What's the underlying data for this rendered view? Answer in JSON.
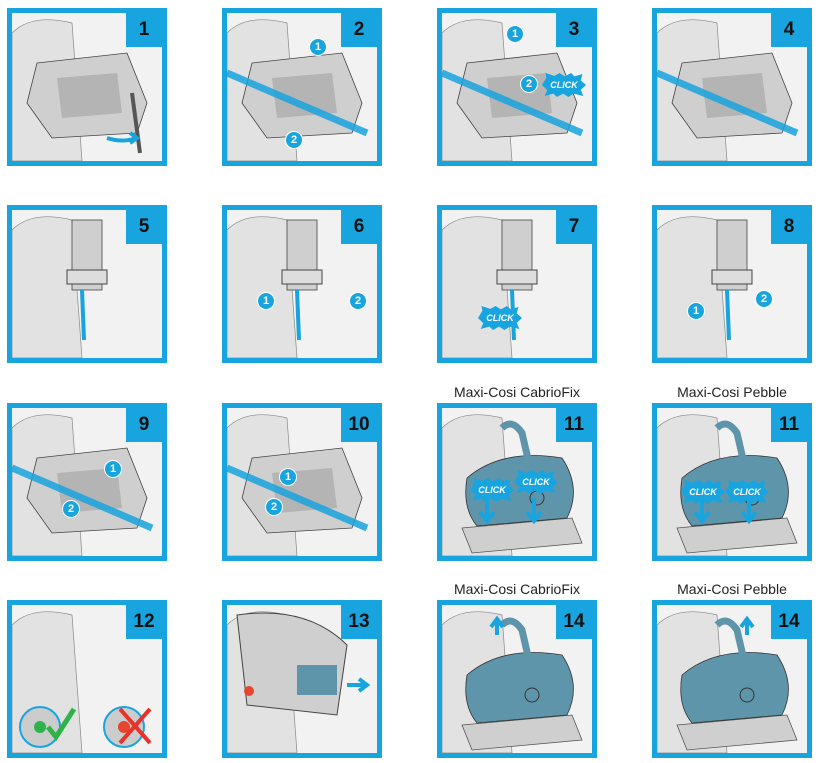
{
  "colors": {
    "accent": "#18a4de",
    "gray": "#cfcfcf",
    "dark_gray": "#9a9a9a",
    "seat_blue": "#5f95aa"
  },
  "panels": [
    {
      "number": "1",
      "caption": "",
      "badges": [],
      "clicks": []
    },
    {
      "number": "2",
      "caption": "",
      "badges": [
        "1",
        "2"
      ],
      "clicks": []
    },
    {
      "number": "3",
      "caption": "",
      "badges": [
        "1",
        "2"
      ],
      "clicks": [
        "CLICK"
      ]
    },
    {
      "number": "4",
      "caption": "",
      "badges": [],
      "clicks": []
    },
    {
      "number": "5",
      "caption": "",
      "badges": [],
      "clicks": []
    },
    {
      "number": "6",
      "caption": "",
      "badges": [
        "1",
        "2"
      ],
      "clicks": []
    },
    {
      "number": "7",
      "caption": "",
      "badges": [],
      "clicks": [
        "CLICK"
      ]
    },
    {
      "number": "8",
      "caption": "",
      "badges": [
        "1",
        "2"
      ],
      "clicks": []
    },
    {
      "number": "9",
      "caption": "",
      "badges": [
        "1",
        "2"
      ],
      "clicks": []
    },
    {
      "number": "10",
      "caption": "",
      "badges": [
        "2",
        "1"
      ],
      "clicks": []
    },
    {
      "number": "11",
      "caption": "Maxi-Cosi CabrioFix",
      "badges": [],
      "clicks": [
        "CLICK",
        "CLICK"
      ]
    },
    {
      "number": "11",
      "caption": "Maxi-Cosi Pebble",
      "badges": [],
      "clicks": [
        "CLICK",
        "CLICK"
      ]
    },
    {
      "number": "12",
      "caption": "",
      "badges": [],
      "clicks": []
    },
    {
      "number": "13",
      "caption": "",
      "badges": [],
      "clicks": []
    },
    {
      "number": "14",
      "caption": "Maxi-Cosi CabrioFix",
      "badges": [],
      "clicks": []
    },
    {
      "number": "14",
      "caption": "Maxi-Cosi Pebble",
      "badges": [],
      "clicks": []
    }
  ]
}
